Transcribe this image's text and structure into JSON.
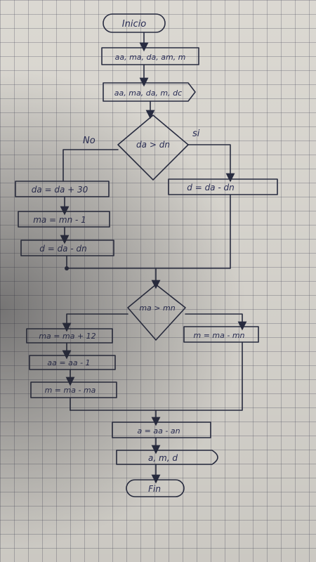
{
  "flowchart": {
    "start": "Inicio",
    "input": "aa, ma, da, am, m",
    "read": "aa, ma, da, m, dc",
    "decision1": "da > dn",
    "no_label": "No",
    "si_label": "si",
    "no_step1": "da = da + 30",
    "no_step2": "ma = mn - 1",
    "no_step3": "d = da - dn",
    "si_step1": "d = da - dn",
    "decision2": "ma > mn",
    "no2_step1": "ma = ma + 12",
    "no2_step2": "aa = aa - 1",
    "no2_step3": "m = ma - ma",
    "si2_step1": "m = ma - mn",
    "final_calc": "a = aa - an",
    "output": "a, m, d",
    "end": "Fin"
  }
}
